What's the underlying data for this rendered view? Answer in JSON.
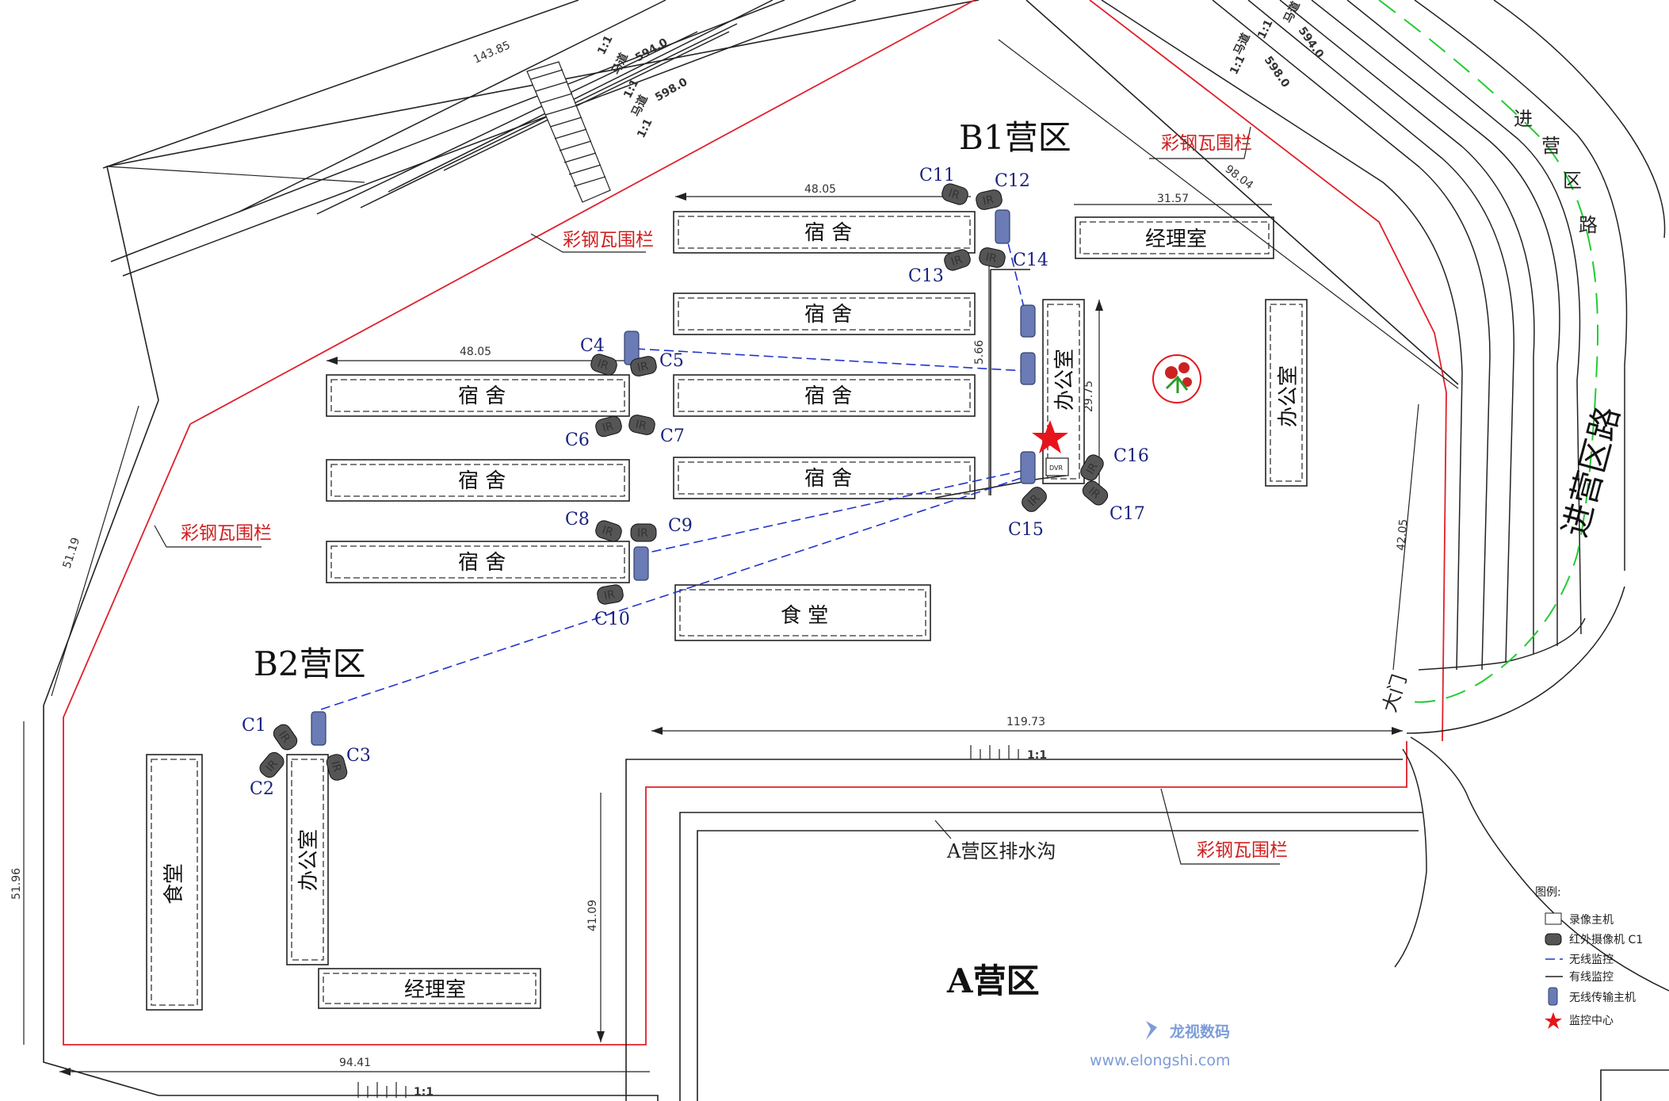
{
  "zones": {
    "b1": "B1营区",
    "b2": "B2营区",
    "a": "A营区"
  },
  "buildings": {
    "dorm": "宿 舍",
    "canteen": "食 堂",
    "canteen_v": "食堂",
    "manager": "经理室",
    "office": "办公室"
  },
  "fence_label": "彩钢瓦围栏",
  "road": {
    "entry": "进营区路",
    "entry_chars": [
      "进",
      "营",
      "区",
      "路"
    ],
    "lane": "马道",
    "slope": "1:1",
    "elev1": "594.0",
    "elev2": "598.0"
  },
  "gate": "大门",
  "drain": "A营区排水沟",
  "cameras": [
    "C1",
    "C2",
    "C3",
    "C4",
    "C5",
    "C6",
    "C7",
    "C8",
    "C9",
    "C10",
    "C11",
    "C12",
    "C13",
    "C14",
    "C15",
    "C16",
    "C17"
  ],
  "ir_tag": "IR",
  "dvr_tag": "DVR",
  "dimensions": {
    "d1": "143.85",
    "d2": "48.05",
    "d3": "48.05",
    "d4": "31.57",
    "d5": "98.04",
    "d6": "5.66",
    "d7": "29.75",
    "d8": "42.05",
    "d9": "119.73",
    "d10": "51.19",
    "d11": "51.96",
    "d12": "41.09",
    "d13": "94.41"
  },
  "legend": {
    "title": "图例:",
    "items": [
      "录像主机",
      "红外摄像机 C1",
      "无线监控",
      "有线监控",
      "无线传输主机",
      "监控中心"
    ]
  },
  "watermark": {
    "brand": "龙视数码",
    "url": "www.elongshi.com"
  },
  "colors": {
    "fence": "#e0202a",
    "wireless": "#2233cc",
    "route": "#22cc33",
    "center": "#e8141c"
  }
}
